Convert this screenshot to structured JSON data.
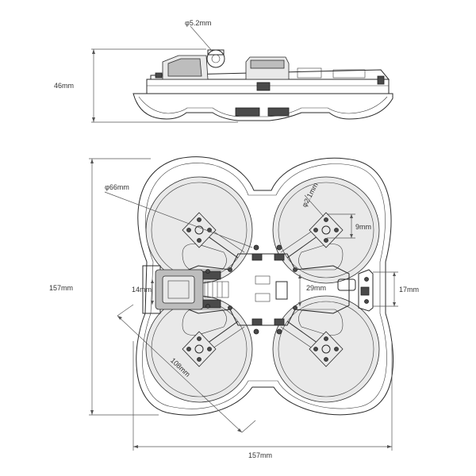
{
  "diagram": {
    "side_view": {
      "height_label": "46mm",
      "diameter_label": "φ5.2mm"
    },
    "top_view": {
      "prop_guard_label": "φ66mm",
      "hole_label": "φ2.1mm",
      "motor_spacing_label": "9mm",
      "height_label": "157mm",
      "width_label": "157mm",
      "left_slot_label": "14mm",
      "center_gap_label": "29mm",
      "right_mount_label": "17mm",
      "diagonal_label": "108mm"
    }
  }
}
